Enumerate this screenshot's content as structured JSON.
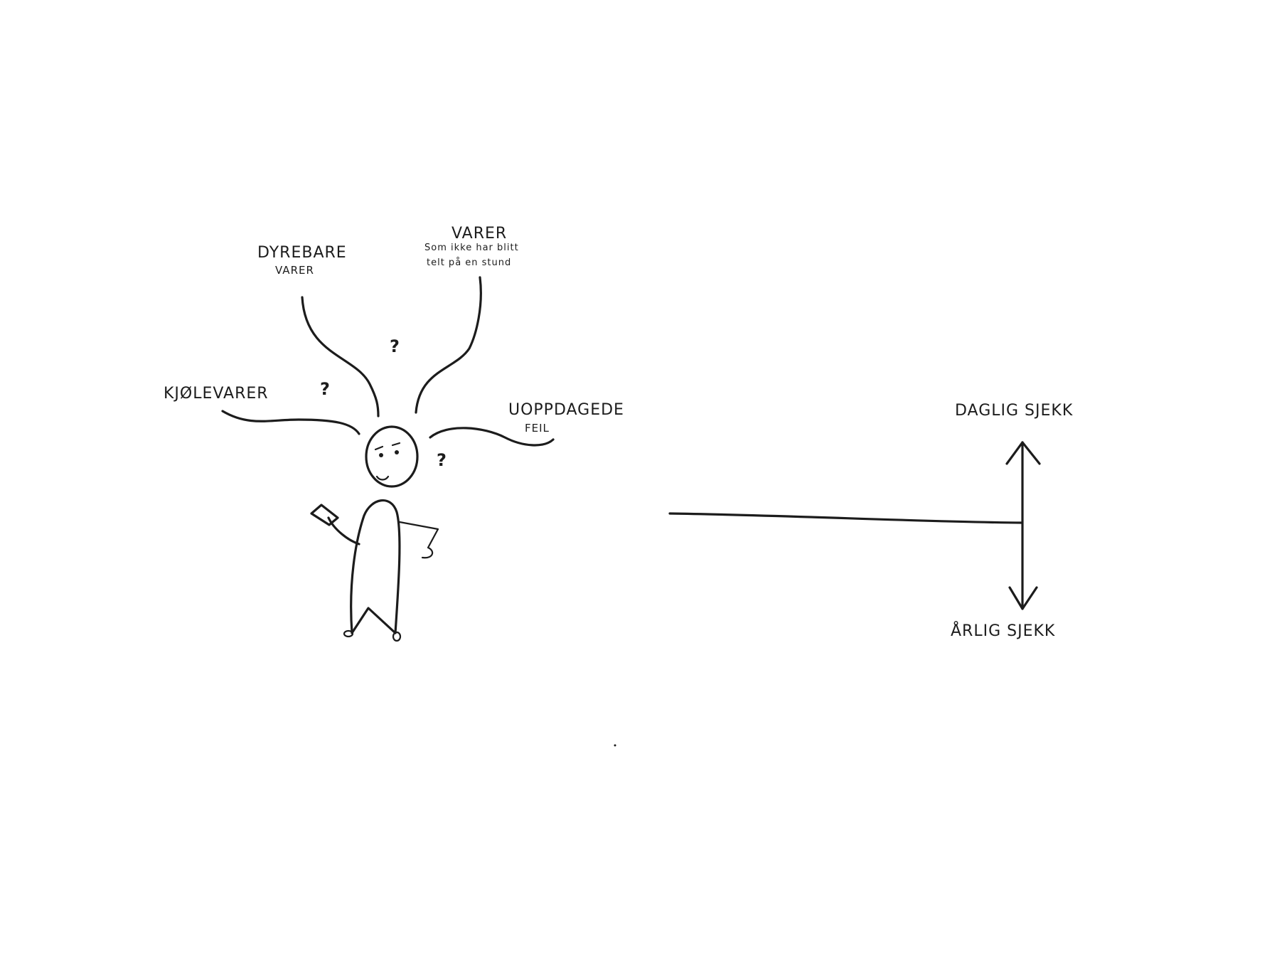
{
  "labels": {
    "kjolevarer": "KJØLEVARER",
    "dyrebare_line1": "DYREBARE",
    "dyrebare_line2": "VARER",
    "varer_title": "VARER",
    "varer_sub_line1": "Som ikke har blitt",
    "varer_sub_line2": "telt på en stund",
    "uoppdagede_line1": "UOPPDAGEDE",
    "uoppdagede_line2": "FEIL",
    "daglig": "DAGLIG SJEKK",
    "arlig": "ÅRLIG SJEKK"
  },
  "question_mark": "?"
}
